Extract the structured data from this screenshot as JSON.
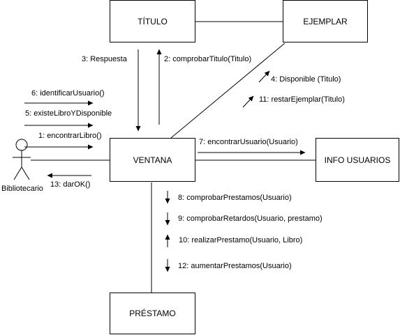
{
  "objects": {
    "titulo": "TÍTULO",
    "ejemplar": "EJEMPLAR",
    "ventana": "VENTANA",
    "info_usuarios": "INFO USUARIOS",
    "prestamo": "PRÉSTAMO"
  },
  "actor": {
    "label": "Bibliotecario"
  },
  "messages": {
    "m3": "3: Respuesta",
    "m2": "2: comprobarTitulo(Titulo)",
    "m6": "6: identificarUsuario()",
    "m5": "5: existeLibroYDisponible",
    "m1": "1: encontrarLibro()",
    "m4": "4: Disponible (Titulo)",
    "m11": "11: restarEjemplar(Titulo)",
    "m7": "7: encontrarUsuario(Usuario)",
    "m13": "13: darOK()",
    "m8": "8: comprobarPrestamos(Usuario)",
    "m9": "9: comprobarRetardos(Usuario, prestamo)",
    "m10": "10: realizarPrestamo(Usuario, Libro)",
    "m12": "12: aumentarPrestamos(Usuario)"
  }
}
